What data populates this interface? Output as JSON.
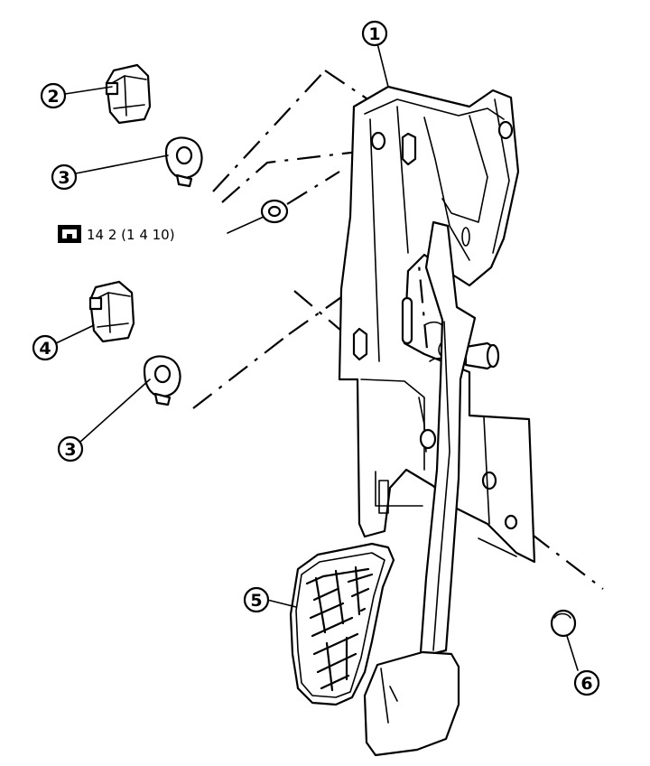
{
  "callouts": {
    "c1": "1",
    "c2": "2",
    "c3a": "3",
    "c3b": "3",
    "c4": "4",
    "c5": "5",
    "c6": "6"
  },
  "torque": {
    "spec": "14 2 (1 4  10)"
  },
  "icons": [
    "torque-wrench-icon"
  ]
}
